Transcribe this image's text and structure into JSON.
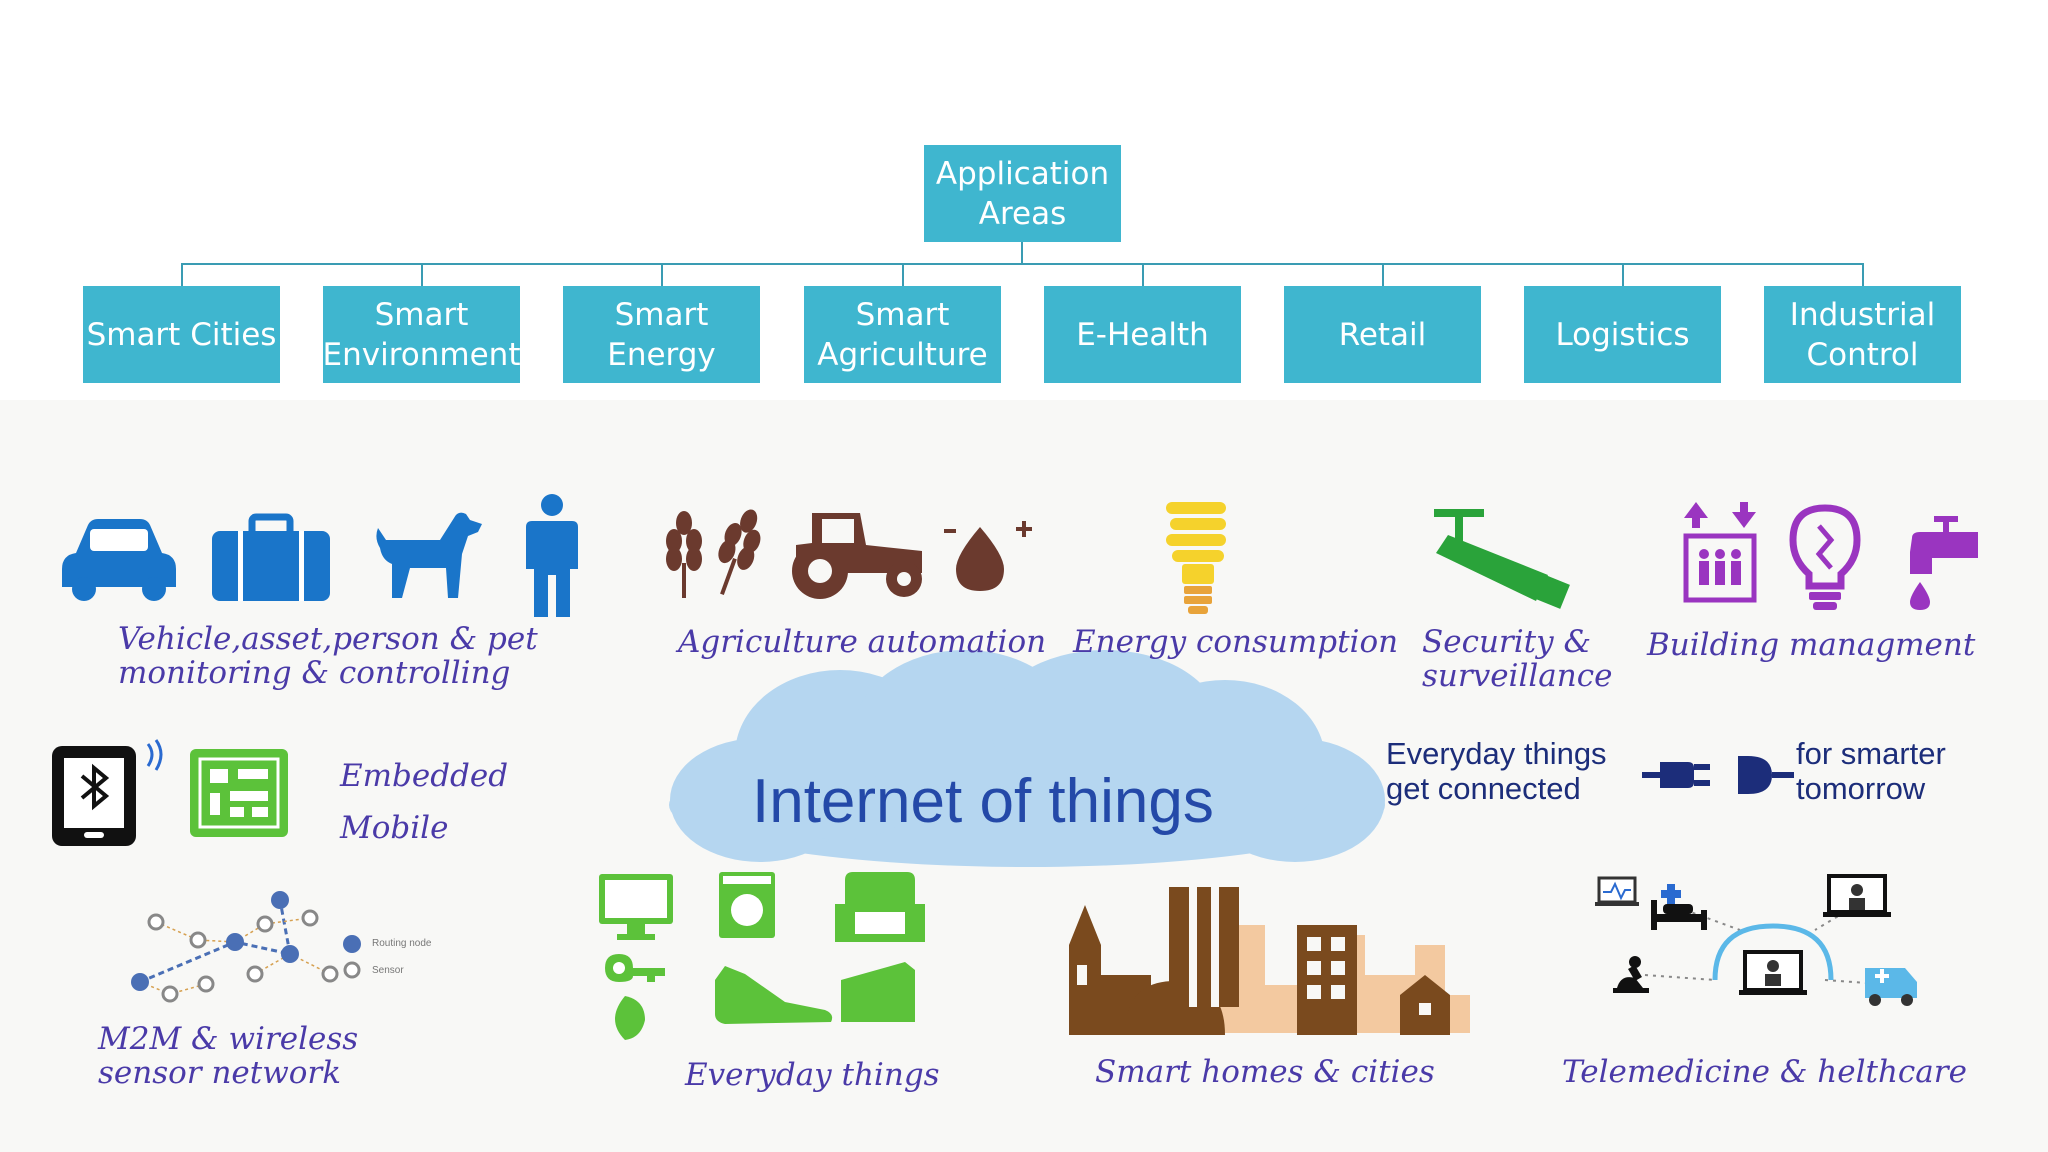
{
  "tree": {
    "root": "Application\nAreas",
    "children": [
      "Smart Cities",
      "Smart\nEnvironment",
      "Smart\nEnergy",
      "Smart\nAgriculture",
      "E-Health",
      "Retail",
      "Logistics",
      "Industrial\nControl"
    ]
  },
  "infographic": {
    "center_title": "Internet of things",
    "slogan_left": "Everyday things\nget connected",
    "slogan_right": "for smarter\ntomorrow",
    "labels": {
      "vehicle": "Vehicle,asset,person & pet\n     monitoring & controlling",
      "agriculture": "Agriculture automation",
      "energy": "Energy consumption",
      "security": "Security &\nsurveillance",
      "building": "Building managment",
      "embedded": "Embedded\nMobile",
      "m2m": "M2M & wireless\n       sensor network",
      "everyday": "Everyday things",
      "homes": "Smart homes & cities",
      "telemedicine": "Telemedicine & helthcare"
    },
    "sensor_legend": [
      "Routing node",
      "Sensor"
    ]
  },
  "colors": {
    "box": "#3fb6cf",
    "connector": "#3a9cb3",
    "blue_icons": "#1a75c9",
    "brown_icons": "#6b3a2e",
    "green_icons": "#5cc23a",
    "purple_icons": "#9a35c0",
    "cloud": "#b5d6f0"
  }
}
